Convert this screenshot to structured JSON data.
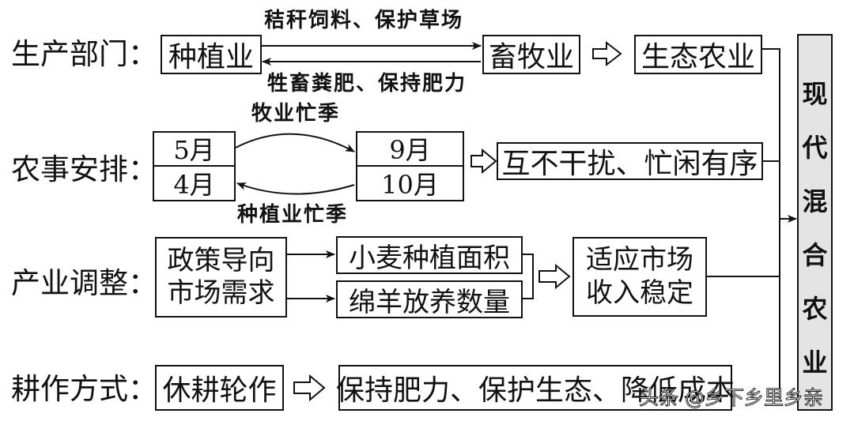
{
  "rows": [
    {
      "label": "生产部门：",
      "nodes": {
        "a": "种植业",
        "b": "畜牧业",
        "c": "生态农业"
      },
      "edges": {
        "a_to_b": "秸秆饲料、保护草场",
        "b_to_a": "牲畜粪肥、保持肥力"
      }
    },
    {
      "label": "农事安排：",
      "left_months": [
        "5月",
        "4月"
      ],
      "right_months": [
        "9月",
        "10月"
      ],
      "edges": {
        "top": "牧业忙季",
        "bottom": "种植业忙季"
      },
      "result": "互不干扰、忙闲有序"
    },
    {
      "label": "产业调整：",
      "drivers": [
        "政策导向",
        "市场需求"
      ],
      "targets": [
        "小麦种植面积",
        "绵羊放养数量"
      ],
      "result": [
        "适应市场",
        "收入稳定"
      ]
    },
    {
      "label": "耕作方式：",
      "method": "休耕轮作",
      "result": "保持肥力、保护生态、降低成本"
    }
  ],
  "final": {
    "chars": [
      "现",
      "代",
      "混",
      "合",
      "农",
      "业"
    ]
  },
  "watermark": "头条 @乡下乡里乡亲"
}
